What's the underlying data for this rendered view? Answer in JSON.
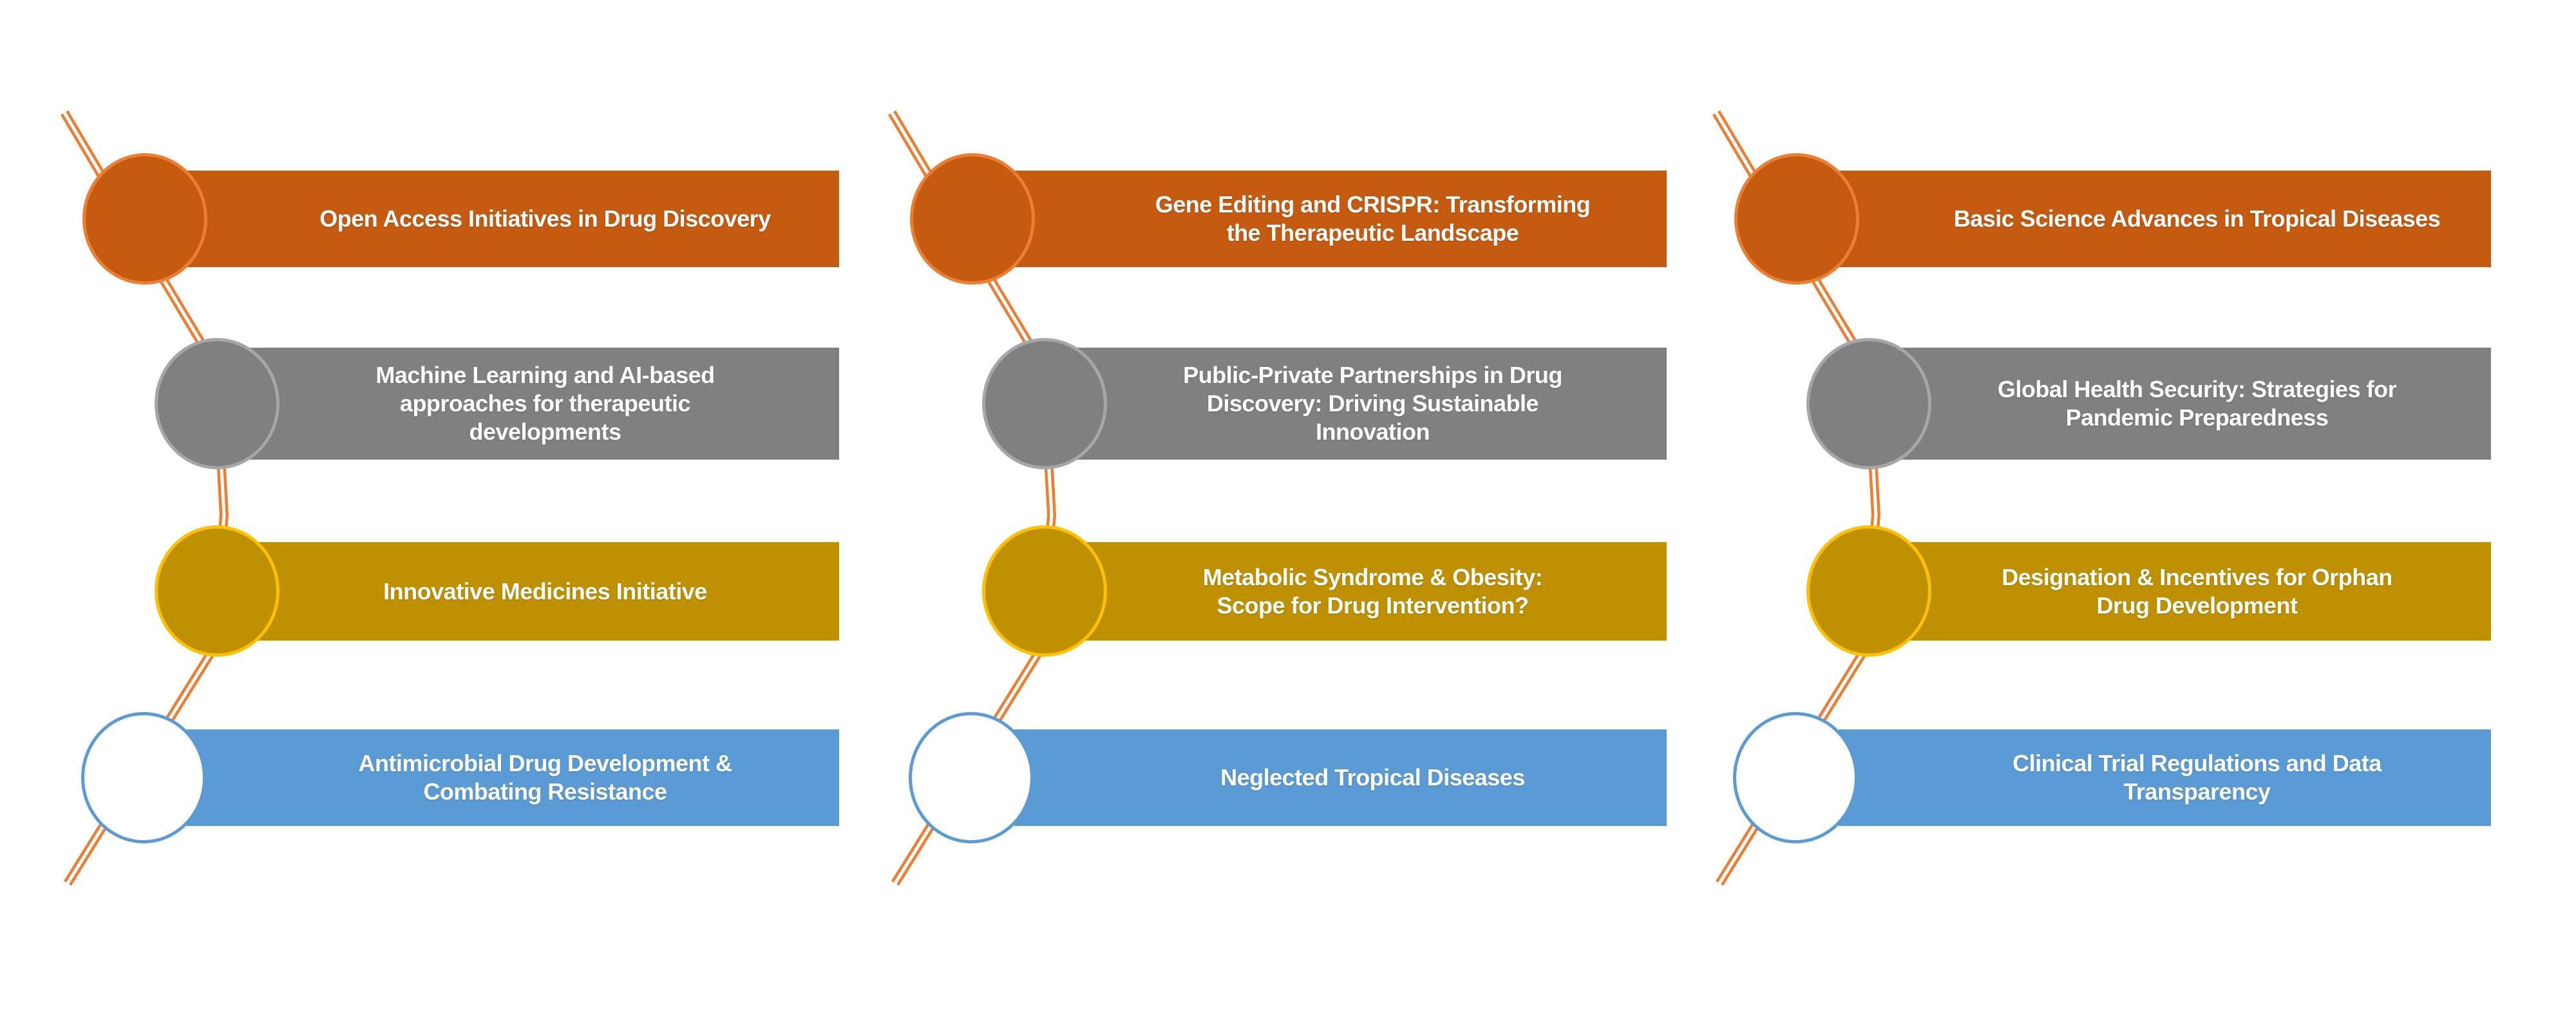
{
  "background": "#FFFFFF",
  "colors": {
    "background": "#FFFFFF",
    "text": "#FFFFFF",
    "orange": "#C55A11",
    "orange_border": "#ED7D31",
    "gray": "#808080",
    "gray_border": "#A6A6A6",
    "gold": "#BF9000",
    "gold_border": "#FFC000",
    "blue": "#5B9BD5",
    "blue_border": "#5B9BD5",
    "circle_white_fill": "#FFFFFF",
    "line": "#ED7D31"
  },
  "columns": [
    {
      "name": "column-1",
      "items": [
        {
          "label": "Open Access Initiatives in Drug Discovery",
          "color": "orange"
        },
        {
          "label": "Machine Learning and AI-based\napproaches for therapeutic\ndevelopments",
          "color": "gray"
        },
        {
          "label": "Innovative Medicines Initiative",
          "color": "gold"
        },
        {
          "label": "Antimicrobial Drug Development &\nCombating Resistance",
          "color": "blue"
        }
      ]
    },
    {
      "name": "column-2",
      "items": [
        {
          "label": "Gene Editing and CRISPR: Transforming\nthe Therapeutic Landscape",
          "color": "orange"
        },
        {
          "label": "Public-Private Partnerships in Drug\nDiscovery: Driving Sustainable\nInnovation",
          "color": "gray"
        },
        {
          "label": "Metabolic Syndrome & Obesity:\nScope for Drug Intervention?",
          "color": "gold"
        },
        {
          "label": "Neglected Tropical Diseases",
          "color": "blue"
        }
      ]
    },
    {
      "name": "column-3",
      "items": [
        {
          "label": "Basic Science Advances in Tropical Diseases",
          "color": "orange"
        },
        {
          "label": "Global Health Security: Strategies for\nPandemic Preparedness",
          "color": "gray"
        },
        {
          "label": "Designation & Incentives for Orphan\nDrug Development",
          "color": "gold"
        },
        {
          "label": "Clinical Trial Regulations and Data\nTransparency",
          "color": "blue"
        }
      ]
    }
  ]
}
